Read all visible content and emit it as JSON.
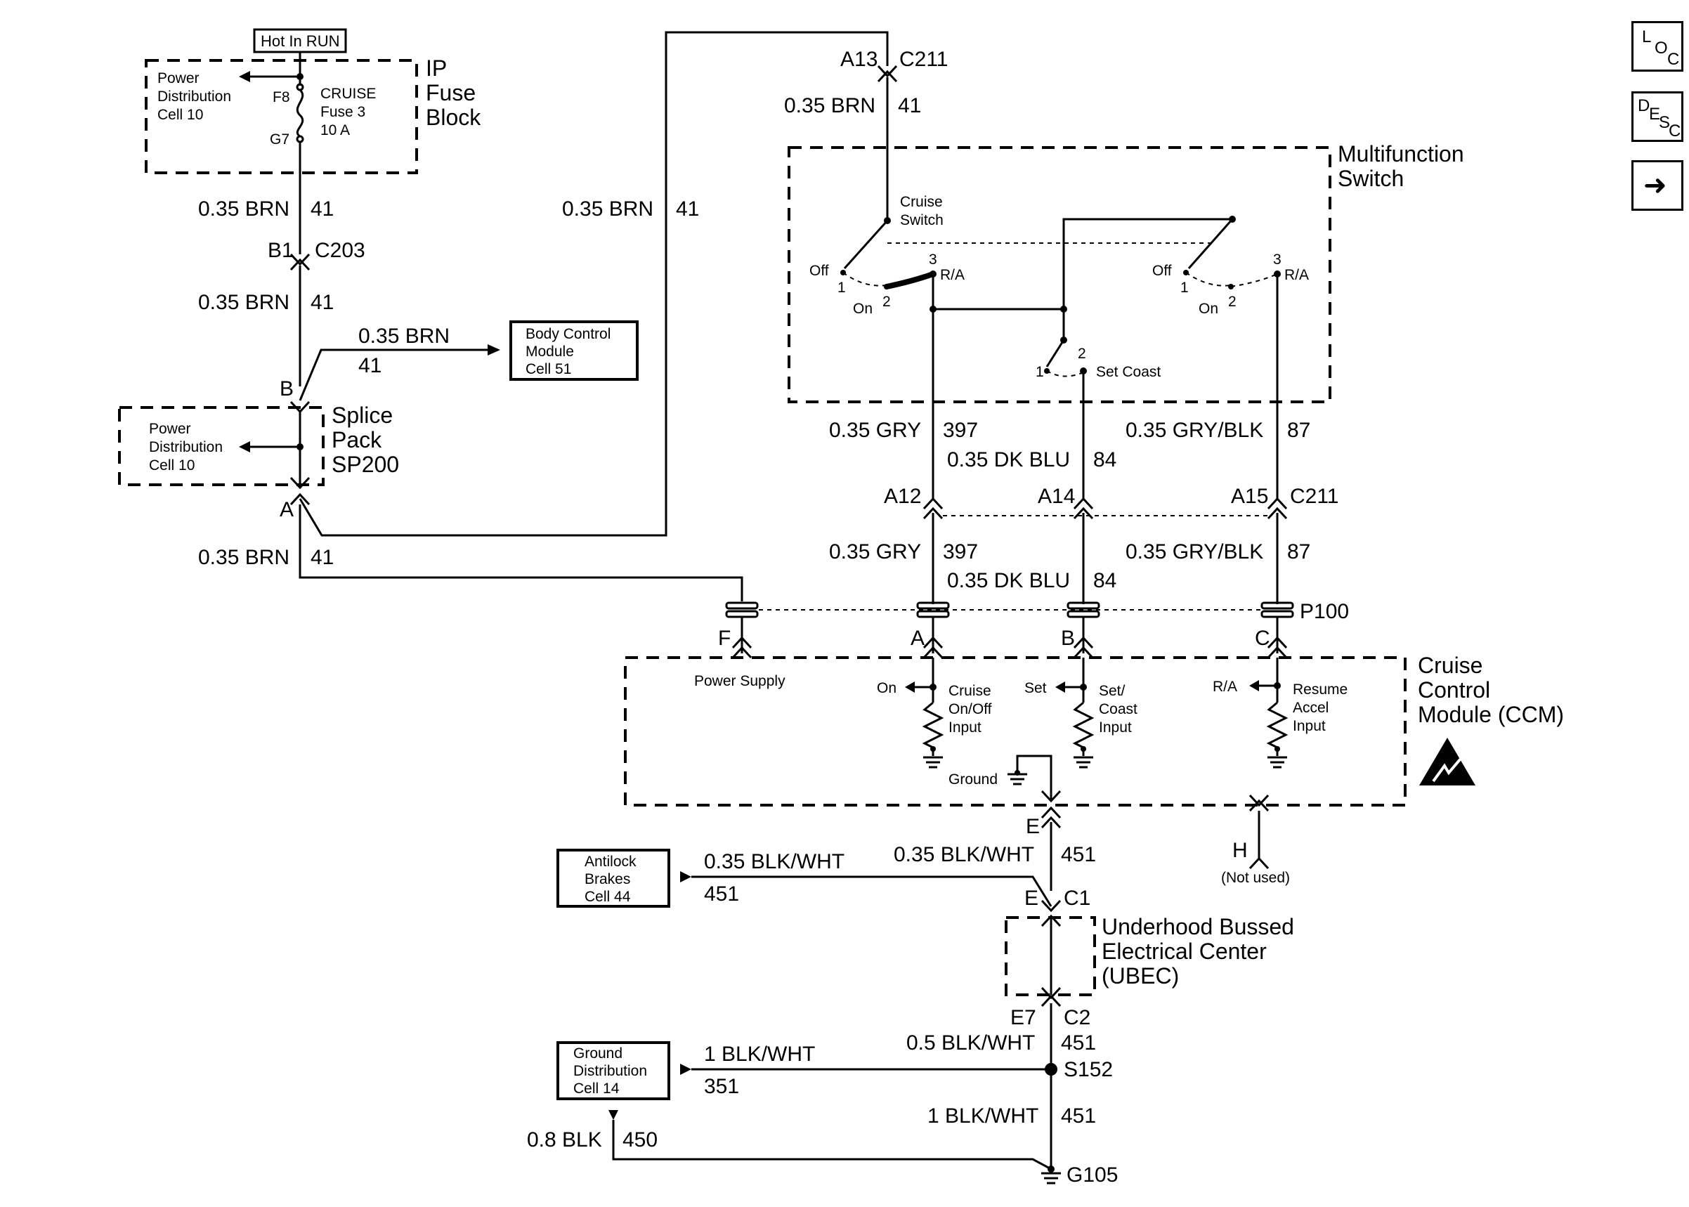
{
  "nav": {
    "loc": {
      "a": "L",
      "b": "O",
      "c": "C"
    },
    "desc": {
      "a": "D",
      "b": "E",
      "c": "S",
      "d": "C"
    },
    "arrow": "➜"
  },
  "fuse_block": {
    "hot": "Hot In RUN",
    "pd": [
      "Power",
      "Distribution",
      "Cell 10"
    ],
    "f8": "F8",
    "g7": "G7",
    "fuse": [
      "CRUISE",
      "Fuse 3",
      "10 A"
    ],
    "name": [
      "IP",
      "Fuse",
      "Block"
    ]
  },
  "left_wires": {
    "w1": {
      "gauge": "0.35 BRN",
      "circuit": "41"
    },
    "b1": "B1",
    "c203": "C203",
    "w2": {
      "gauge": "0.35 BRN",
      "circuit": "41"
    },
    "w3": {
      "gauge": "0.35 BRN",
      "circuit": "41"
    },
    "w4": {
      "gauge": "0.35 BRN",
      "circuit": "41"
    }
  },
  "bcm": {
    "gauge": "0.35 BRN",
    "circuit": "41",
    "box": [
      "Body Control",
      "Module",
      "Cell 51"
    ]
  },
  "splice": {
    "b": "B",
    "a": "A",
    "pd": [
      "Power",
      "Distribution",
      "Cell 10"
    ],
    "name": [
      "Splice",
      "Pack",
      "SP200"
    ]
  },
  "long_wire": {
    "gauge": "0.35 BRN",
    "circuit": "41"
  },
  "top_conn": {
    "a13": "A13",
    "c211": "C211",
    "gauge": "0.35 BRN",
    "circuit": "41"
  },
  "mfs": {
    "name": [
      "Multifunction",
      "Switch"
    ],
    "cruise_switch": [
      "Cruise",
      "Switch"
    ],
    "left": {
      "off": "Off",
      "on": "On",
      "p1": "1",
      "p2": "2",
      "p3": "3",
      "ra": "R/A"
    },
    "right": {
      "off": "Off",
      "on": "On",
      "p1": "1",
      "p2": "2",
      "p3": "3",
      "ra": "R/A"
    },
    "set": {
      "p1": "1",
      "p2": "2",
      "label": "Set Coast"
    }
  },
  "mid_wires": {
    "gry": {
      "gauge": "0.35 GRY",
      "circuit": "397"
    },
    "dkblu": {
      "gauge": "0.35 DK BLU",
      "circuit": "84"
    },
    "gryblk": {
      "gauge": "0.35 GRY/BLK",
      "circuit": "87"
    },
    "a12": "A12",
    "a14": "A14",
    "a15": "A15",
    "c211": "C211",
    "gry2": {
      "gauge": "0.35 GRY",
      "circuit": "397"
    },
    "dkblu2": {
      "gauge": "0.35 DK BLU",
      "circuit": "84"
    },
    "gryblk2": {
      "gauge": "0.35 GRY/BLK",
      "circuit": "87"
    }
  },
  "p100": {
    "label": "P100",
    "f": "F",
    "a": "A",
    "b": "B",
    "c": "C"
  },
  "ccm": {
    "name": [
      "Cruise",
      "Control",
      "Module (CCM)"
    ],
    "power": "Power Supply",
    "on": "On",
    "set": "Set",
    "ra": "R/A",
    "in1": [
      "Cruise",
      "On/Off",
      "Input"
    ],
    "in2": [
      "Set/",
      "Coast",
      "Input"
    ],
    "in3": [
      "Resume",
      "Accel",
      "Input"
    ],
    "ground": "Ground",
    "e": "E",
    "h": "H",
    "not_used": "(Not used)"
  },
  "lower": {
    "abs_box": [
      "Antilock",
      "Brakes",
      "Cell 44"
    ],
    "abs_wire": {
      "gauge": "0.35 BLK/WHT",
      "circuit": "451"
    },
    "e_wire": {
      "gauge": "0.35 BLK/WHT",
      "circuit": "451"
    },
    "e": "E",
    "c1": "C1",
    "ubec": [
      "Underhood Bussed",
      "Electrical Center",
      "(UBEC)"
    ],
    "e7": "E7",
    "c2": "C2",
    "w5": {
      "gauge": "0.5 BLK/WHT",
      "circuit": "451"
    },
    "gd_box": [
      "Ground",
      "Distribution",
      "Cell 14"
    ],
    "gd_wire": {
      "gauge": "1 BLK/WHT",
      "circuit": "351"
    },
    "s152": "S152",
    "w6": {
      "gauge": "1 BLK/WHT",
      "circuit": "451"
    },
    "blk": {
      "gauge": "0.8 BLK",
      "circuit": "450"
    },
    "g105": "G105"
  }
}
